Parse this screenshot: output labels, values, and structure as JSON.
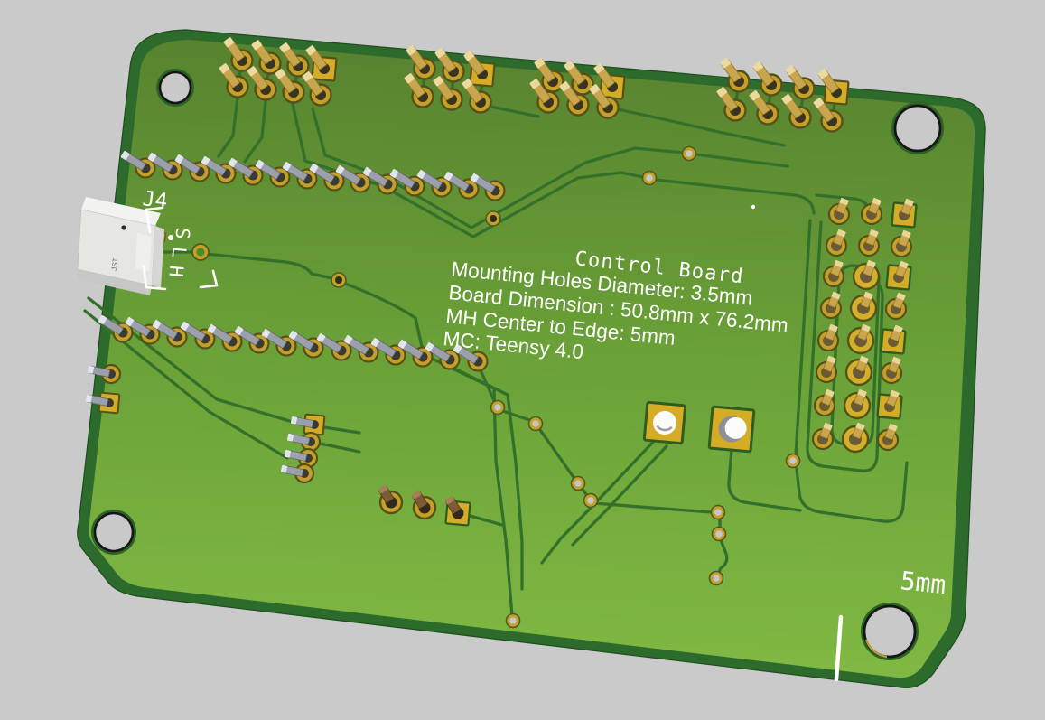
{
  "view": {
    "description": "3D render of PCB bottom side on gray background"
  },
  "colors": {
    "background": "#cacaca",
    "board_edge": "#2d6b2c",
    "board_face_top": "#56802e",
    "board_face_mid": "#6ba238",
    "board_face_bottom": "#84bc45",
    "trace": "#33702a",
    "pad_gold": "#c5a028",
    "pad_gold_dark": "#55511a",
    "pin_gold": "#c9a64e",
    "pin_silver": "#9ba0ab",
    "pin_brown": "#7d5b38",
    "silkscreen": "#ffffff",
    "hole_fill": "#c9c9c9",
    "connector_body": "#e6e6e3"
  },
  "silkscreen": {
    "title": "Control Board",
    "info_lines": [
      "Mounting Holes Diameter: 3.5mm",
      "Board Dimension : 50.8mm x 76.2mm",
      "MH Center to Edge: 5mm",
      "MC: Teensy 4.0"
    ],
    "scale_label": "5mm",
    "connector_ref": "J4",
    "pin_labels": [
      "S",
      "L",
      "H"
    ]
  },
  "connector": {
    "body_text": "JST",
    "pin_count": 3
  },
  "features": {
    "mounting_holes": 4,
    "mounting_hole_diameter": "3.5mm",
    "top_header_pin_counts": [
      8,
      6,
      6,
      8
    ],
    "socket_row_pin_counts": [
      14,
      14
    ],
    "right_grid": {
      "rows": 8,
      "cols": 3
    },
    "large_thru_pads": 2
  }
}
